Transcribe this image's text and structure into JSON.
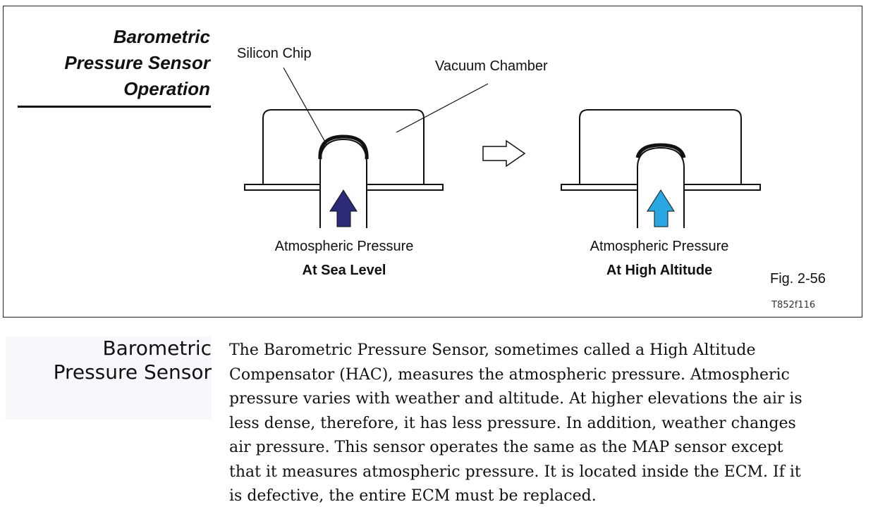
{
  "figure": {
    "heading_lines": [
      "Barometric",
      "Pressure Sensor",
      "Operation"
    ],
    "labels": {
      "silicon_chip": "Silicon Chip",
      "vacuum_chamber": "Vacuum Chamber",
      "left_pressure": "Atmospheric Pressure",
      "left_condition": "At Sea Level",
      "right_pressure": "Atmospheric Pressure",
      "right_condition": "At High Altitude"
    },
    "fig_number": "Fig. 2-56",
    "fig_code": "T852f116",
    "colors": {
      "sea_level_arrow": "#2b2b7a",
      "high_altitude_arrow": "#2aa7e0",
      "outline": "#111111"
    }
  },
  "section": {
    "heading_lines": [
      "Barometric",
      "Pressure Sensor"
    ],
    "body_lines": [
      "The Barometric Pressure Sensor, sometimes called a High Altitude",
      "Compensator (HAC), measures the atmospheric pressure. Atmospheric",
      "pressure varies with weather and altitude. At higher elevations the air is",
      "less dense, therefore, it has less pressure. In addition, weather changes",
      "air pressure. This sensor operates the same as the MAP sensor except",
      "that it measures atmospheric pressure. It is located inside the ECM. If it",
      "is defective, the entire ECM must be replaced."
    ]
  }
}
